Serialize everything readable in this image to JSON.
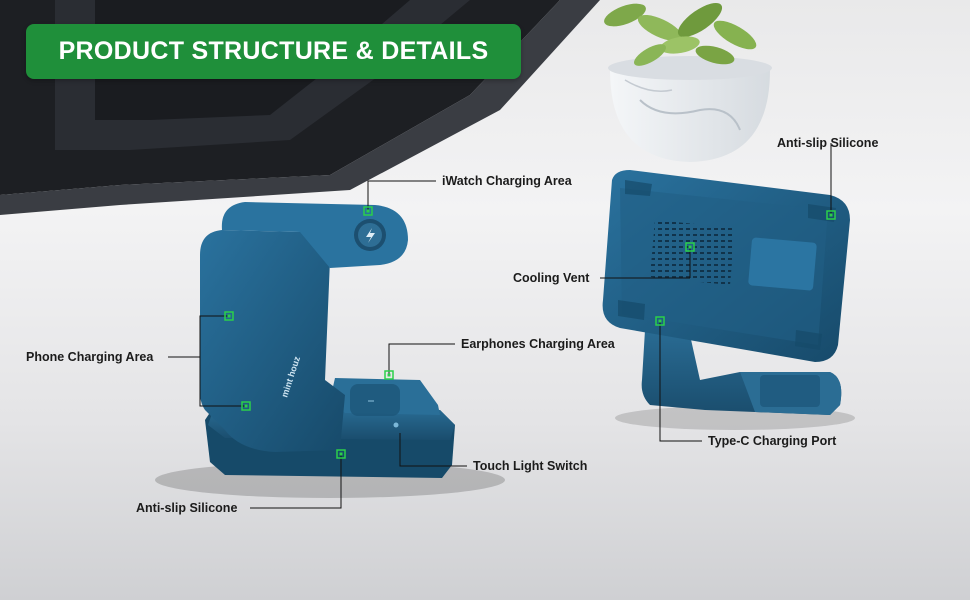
{
  "header": {
    "title": "PRODUCT STRUCTURE & DETAILS"
  },
  "colors": {
    "banner": "#1f8f3a",
    "device": "#1f5d84",
    "marker": "#2bd04a"
  },
  "device": {
    "brand_logo": "mint houz"
  },
  "callouts": {
    "iwatch": "iWatch Charging Area",
    "phone": "Phone Charging Area",
    "earphones": "Earphones Charging Area",
    "touch_switch": "Touch Light Switch",
    "antislip_front": "Anti-slip Silicone",
    "antislip_back": "Anti-slip Silicone",
    "cooling_vent": "Cooling Vent",
    "typec": "Type-C Charging Port"
  }
}
